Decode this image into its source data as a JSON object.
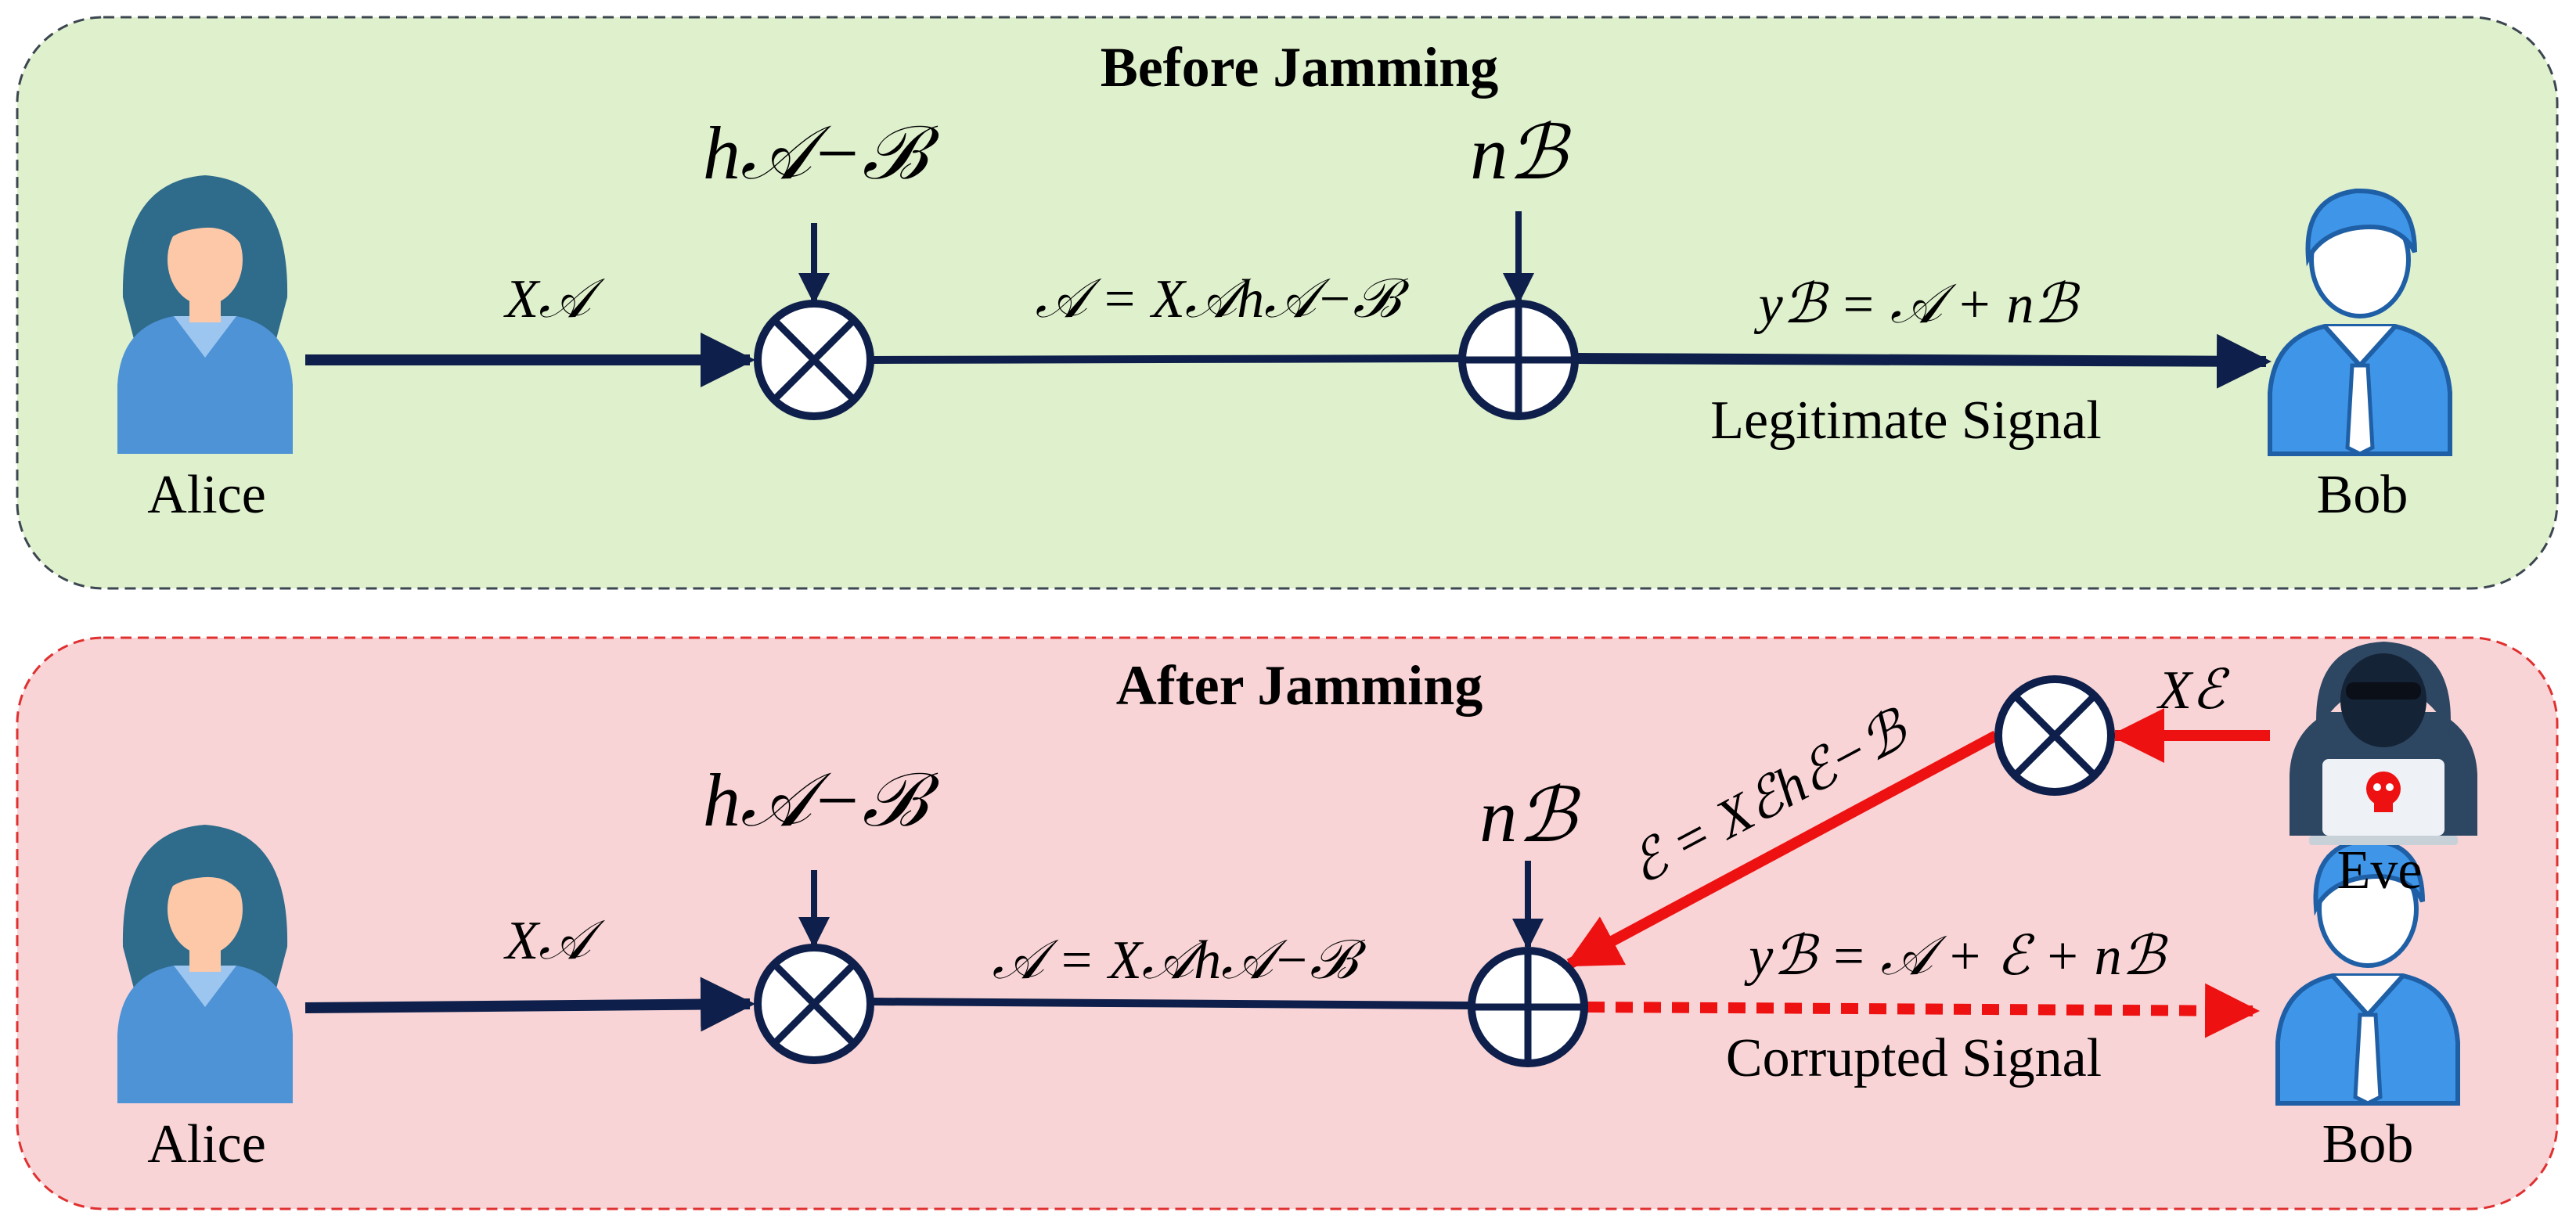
{
  "panels": {
    "before": {
      "title": "Before Jamming",
      "alice_label": "Alice",
      "bob_label": "Bob",
      "tx_symbol": "X𝒜",
      "channel_label": "h𝒜−ℬ",
      "noise_label": "nℬ",
      "signal_eq": "𝒜 = X𝒜h𝒜−ℬ",
      "rx_eq": "yℬ = 𝒜 + nℬ",
      "signal_caption": "Legitimate Signal"
    },
    "after": {
      "title": "After Jamming",
      "alice_label": "Alice",
      "bob_label": "Bob",
      "eve_label": "Eve",
      "tx_symbol": "X𝒜",
      "channel_label": "h𝒜−ℬ",
      "noise_label": "nℬ",
      "signal_eq": "𝒜 = X𝒜h𝒜−ℬ",
      "eve_symbol": "Xℰ",
      "jam_eq": "ℰ = Xℰhℰ−ℬ",
      "rx_eq": "yℬ = 𝒜 + ℰ + nℬ",
      "signal_caption": "Corrupted Signal"
    }
  },
  "colors": {
    "before_bg": "#dff0cd",
    "after_bg": "#f9d4d6",
    "wire": "#0d1f4a",
    "jam": "#ee1111",
    "alice_hair": "#2f6b8b",
    "alice_body": "#4e93d6",
    "bob_body": "#3f96e8",
    "skin": "#fcc8a8",
    "eve_hood": "#2d4662"
  },
  "icons": [
    "alice-icon",
    "bob-icon",
    "eve-icon",
    "multiplier-icon",
    "adder-icon"
  ]
}
